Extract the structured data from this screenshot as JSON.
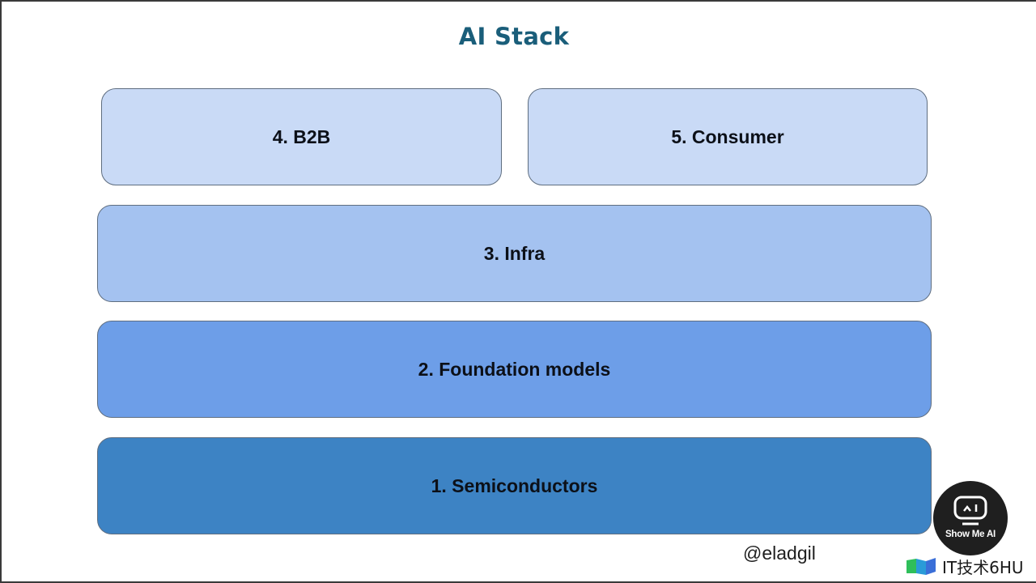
{
  "title": "AI Stack",
  "colors": {
    "title": "#1a5e7a",
    "layer_5_consumer": "#c9daf6",
    "layer_4_b2b": "#c9daf6",
    "layer_3_infra": "#a4c2f0",
    "layer_2_foundation": "#6d9ee8",
    "layer_1_semis": "#3d83c4"
  },
  "layers": {
    "b2b": "4. B2B",
    "consumer": "5. Consumer",
    "infra": "3. Infra",
    "foundation": "2. Foundation models",
    "semis": "1. Semiconductors"
  },
  "credit": "@eladgil",
  "badge": {
    "label": "Show Me AI",
    "icon_text": "^ I"
  },
  "watermark": "IT技术6HU"
}
